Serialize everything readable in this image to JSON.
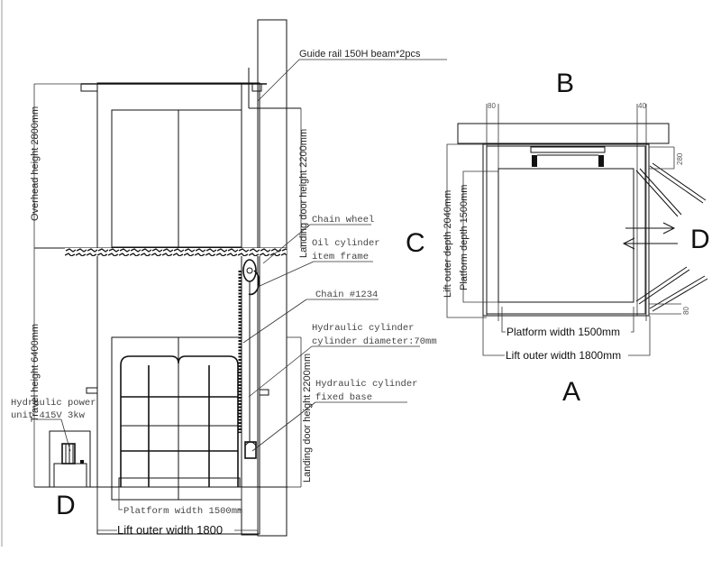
{
  "drawing": {
    "title": "Hydraulic chain lift — elevation and plan",
    "colors": {
      "line": "#111111",
      "text": "#222222",
      "callout_text": "#444444",
      "background": "#ffffff"
    }
  },
  "elevation": {
    "callouts": {
      "guide_rail": "Guide rail 150H beam*2pcs",
      "chain_wheel": "Chain wheel",
      "oil_cylinder_1": "Oil cylinder",
      "oil_cylinder_2": "item frame",
      "chain": "Chain #1234",
      "hyd_cyl_1": "Hydraulic cylinder",
      "hyd_cyl_2": "cylinder diameter:70mm",
      "hyd_base_1": "Hydraulic cylinder",
      "hyd_base_2": "fixed base",
      "power_unit_1": "Hydraulic power",
      "power_unit_2": "unit 415V 3kw"
    },
    "dimensions": {
      "overhead_height": "Overhead height 2800mm",
      "travel_height": "Travel height 6400mm",
      "landing_door_upper": "Landing door height 2200mm",
      "landing_door_lower": "Landing door height 2200mm",
      "platform_width": "Platform width 1500mm",
      "lift_outer_width": "Lift outer width 1800"
    },
    "view_letter": "D"
  },
  "plan": {
    "view_letters": {
      "top": "B",
      "left": "C",
      "right": "D",
      "bottom": "A"
    },
    "dimensions": {
      "lift_outer_depth": "Lift outer depth 2040mm",
      "platform_depth": "Platform depth 1500mm",
      "platform_width": "Platform width 1500mm",
      "lift_outer_width": "Lift outer width 1800mm",
      "gap_left_top": "80",
      "gap_right_top": "40",
      "gap_top_right": "280",
      "gap_bottom_right": "80"
    }
  }
}
